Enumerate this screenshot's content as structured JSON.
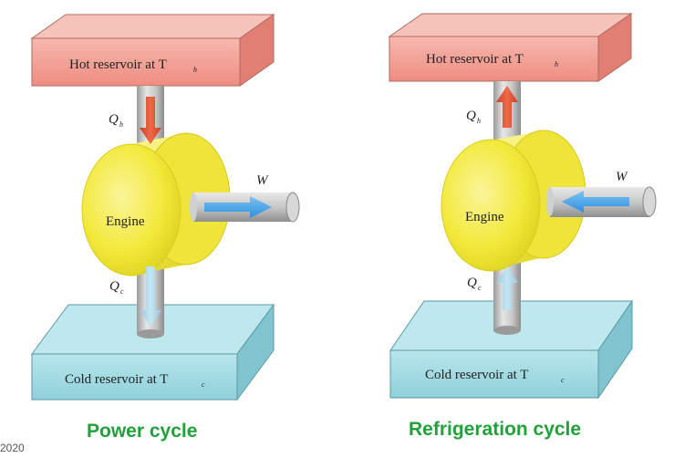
{
  "left_diagram": {
    "hot_label": "Hot reservoir at T",
    "hot_sub": "h",
    "cold_label": "Cold reservoir at T",
    "cold_sub": "c",
    "engine_label": "Engine",
    "work_label": "W",
    "qh_label": "Q",
    "qh_sub": "h",
    "qc_label": "Q",
    "qc_sub": "c",
    "caption": "Power cycle"
  },
  "right_diagram": {
    "hot_label": "Hot reservoir at T",
    "hot_sub": "h",
    "cold_label": "Cold reservoir at T",
    "cold_sub": "c",
    "engine_label": "Engine",
    "work_label": "W",
    "qh_label": "Q",
    "qh_sub": "h",
    "qc_label": "Q",
    "qc_sub": "c",
    "caption": "Refrigeration cycle"
  },
  "footer": {
    "year": "2020"
  },
  "colors": {
    "hot": "#f3a9a0",
    "cold": "#a8dde4",
    "engine": "#f4ec3c",
    "pipe": "#c8c8c8",
    "heat_arrow": "#e05a3a",
    "cool_arrow": "#8ec9e6",
    "work_arrow": "#3f9fe0",
    "caption": "#21a13a"
  }
}
